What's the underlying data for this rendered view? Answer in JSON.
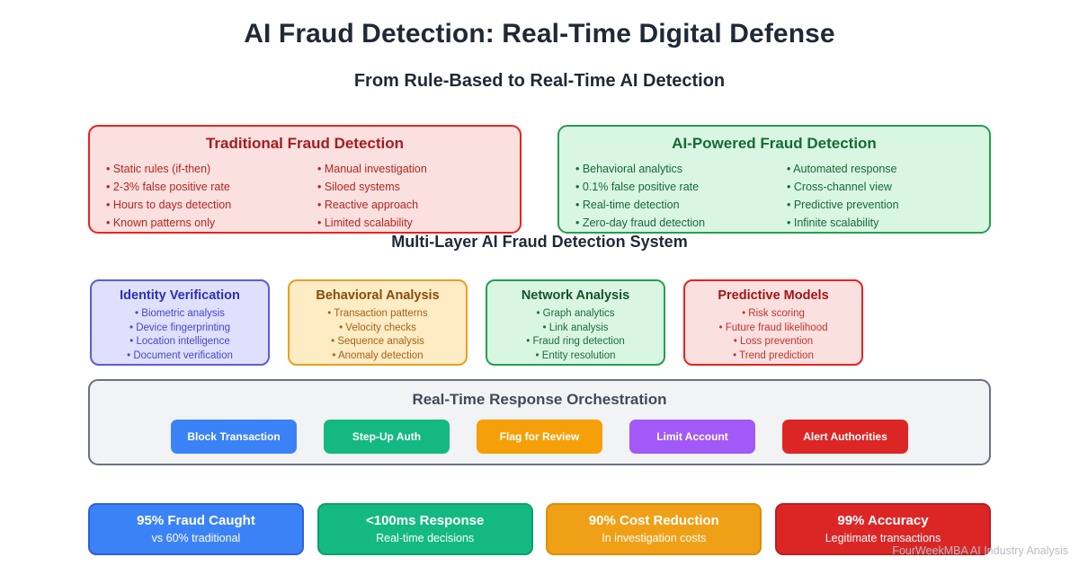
{
  "header": {
    "title": "AI Fraud Detection: Real-Time Digital Defense",
    "subtitle": "From Rule-Based to Real-Time AI Detection"
  },
  "comparison": {
    "traditional": {
      "title": "Traditional Fraud Detection",
      "left_items": [
        "• Static rules (if-then)",
        "• 2-3% false positive rate",
        "• Hours to days detection",
        "• Known patterns only"
      ],
      "right_items": [
        "• Manual investigation",
        "• Siloed systems",
        "• Reactive approach",
        "• Limited scalability"
      ],
      "border_color": "#e8231f",
      "fill_color": "#fbe0e0"
    },
    "ai_powered": {
      "title": "AI-Powered Fraud Detection",
      "left_items": [
        "• Behavioral analytics",
        "• 0.1% false positive rate",
        "• Real-time detection",
        "• Zero-day fraud detection"
      ],
      "right_items": [
        "• Automated response",
        "• Cross-channel view",
        "• Predictive prevention",
        "• Infinite scalability"
      ],
      "border_color": "#22a050",
      "fill_color": "#d9f6e2"
    }
  },
  "section_heading": "Multi-Layer AI Fraud Detection System",
  "layers": [
    {
      "title": "Identity Verification",
      "items": [
        "• Biometric analysis",
        "• Device fingerprinting",
        "• Location intelligence",
        "• Document verification"
      ],
      "border_color": "#5b5be0",
      "fill_color": "#dfe0fb"
    },
    {
      "title": "Behavioral Analysis",
      "items": [
        "• Transaction patterns",
        "• Velocity checks",
        "• Sequence analysis",
        "• Anomaly detection"
      ],
      "border_color": "#e8a020",
      "fill_color": "#fdecc4"
    },
    {
      "title": "Network Analysis",
      "items": [
        "• Graph analytics",
        "• Link analysis",
        "• Fraud ring detection",
        "• Entity resolution"
      ],
      "border_color": "#22a050",
      "fill_color": "#d9f6e2"
    },
    {
      "title": "Predictive Models",
      "items": [
        "• Risk scoring",
        "• Future fraud likelihood",
        "• Loss prevention",
        "• Trend prediction"
      ],
      "border_color": "#e8231f",
      "fill_color": "#fbe0e0"
    }
  ],
  "orchestration": {
    "title": "Real-Time Response Orchestration",
    "actions": [
      {
        "label": "Block Transaction",
        "color": "#3b82f6"
      },
      {
        "label": "Step-Up Auth",
        "color": "#13b981"
      },
      {
        "label": "Flag for Review",
        "color": "#f5a009"
      },
      {
        "label": "Limit Account",
        "color": "#a259f7"
      },
      {
        "label": "Alert Authorities",
        "color": "#dc2626"
      }
    ]
  },
  "metrics": [
    {
      "value": "95% Fraud Caught",
      "label": "vs 60% traditional",
      "color": "#3b82f6",
      "border_color": "#2f5fe0"
    },
    {
      "value": "<100ms Response",
      "label": "Real-time decisions",
      "color": "#13b981",
      "border_color": "#0e9f6e"
    },
    {
      "value": "90% Cost Reduction",
      "label": "In investigation costs",
      "color": "#f0a017",
      "border_color": "#db8e0a"
    },
    {
      "value": "99% Accuracy",
      "label": "Legitimate transactions",
      "color": "#dc2626",
      "border_color": "#c01d1d"
    }
  ],
  "watermark": "FourWeekMBA AI Industry Analysis"
}
